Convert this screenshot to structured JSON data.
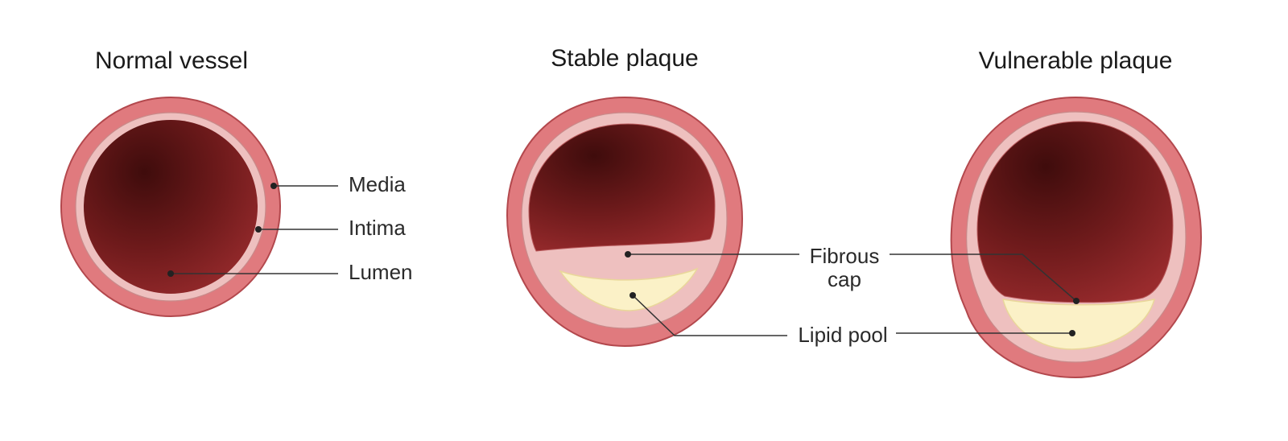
{
  "panels": {
    "normal": {
      "title": "Normal vessel"
    },
    "stable": {
      "title": "Stable plaque"
    },
    "vulnerable": {
      "title": "Vulnerable plaque"
    }
  },
  "labels": {
    "media": "Media",
    "intima": "Intima",
    "lumen": "Lumen",
    "fibrous_cap_line1": "Fibrous",
    "fibrous_cap_line2": "cap",
    "lipid_pool": "Lipid pool"
  },
  "colors": {
    "media": "#e07a7e",
    "intima": "#eec0bf",
    "lumen_dark": "#4a1010",
    "lumen_light": "#9a2a2c",
    "lipid": "#fbf1c7",
    "lipid_edge": "#e9d79a"
  }
}
